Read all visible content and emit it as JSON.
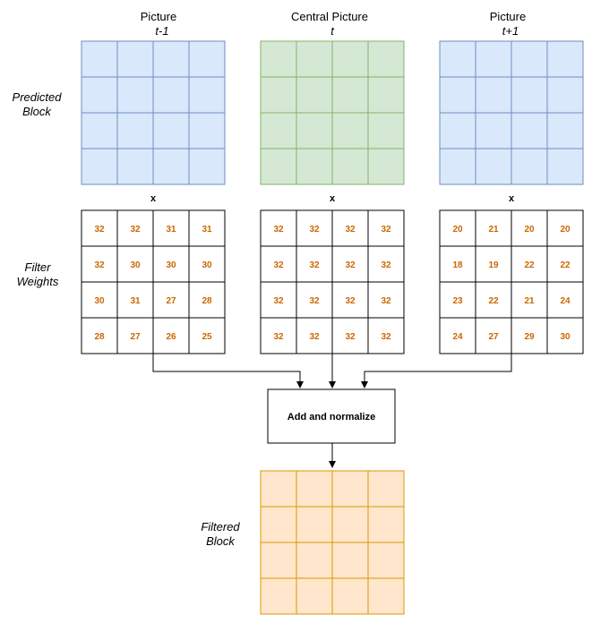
{
  "columns": [
    {
      "title": "Picture",
      "subtitle": "t-1",
      "fill": "#dae8fc",
      "stroke": "#6c8ebf",
      "weights": [
        [
          32,
          32,
          31,
          31
        ],
        [
          32,
          30,
          30,
          30
        ],
        [
          30,
          31,
          27,
          28
        ],
        [
          28,
          27,
          26,
          25
        ]
      ]
    },
    {
      "title": "Central Picture",
      "subtitle": "t",
      "fill": "#d5e8d4",
      "stroke": "#82b366",
      "weights": [
        [
          32,
          32,
          32,
          32
        ],
        [
          32,
          32,
          32,
          32
        ],
        [
          32,
          32,
          32,
          32
        ],
        [
          32,
          32,
          32,
          32
        ]
      ]
    },
    {
      "title": "Picture",
      "subtitle": "t+1",
      "fill": "#dae8fc",
      "stroke": "#6c8ebf",
      "weights": [
        [
          20,
          21,
          20,
          20
        ],
        [
          18,
          19,
          22,
          22
        ],
        [
          23,
          22,
          21,
          24
        ],
        [
          24,
          27,
          29,
          30
        ]
      ]
    }
  ],
  "row_labels": {
    "predicted_line1": "Predicted",
    "predicted_line2": "Block",
    "weights_line1": "Filter",
    "weights_line2": "Weights",
    "filtered_line1": "Filtered",
    "filtered_line2": "Block"
  },
  "multiply_symbol": "x",
  "process_box_label": "Add and normalize",
  "output_block": {
    "fill": "#ffe6cc",
    "stroke": "#d79b00"
  },
  "colors": {
    "weight_text": "#cc6600",
    "weight_grid": "#000000",
    "connector": "#000000"
  }
}
